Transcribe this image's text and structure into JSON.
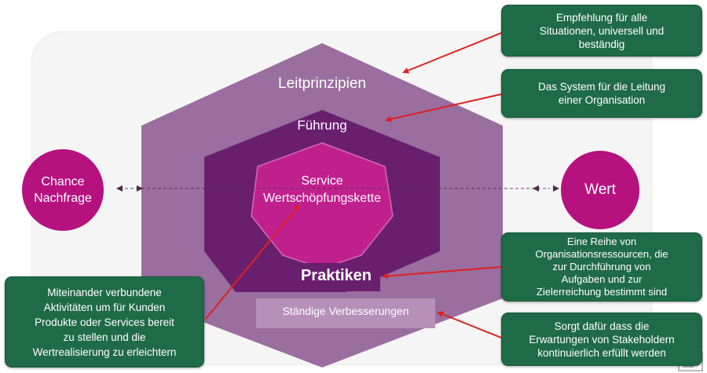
{
  "diagram": {
    "principles_label": "Leitprinzipien",
    "governance_label": "Führung",
    "value_chain_label": "Service\nWertschöpfungskette",
    "practices_label": "Praktiken",
    "improvement_label": "Ständige Verbesserungen",
    "opportunity_label": "Chance\nNachfrage",
    "value_label": "Wert"
  },
  "callouts": {
    "principles": "Empfehlung für alle\nSituationen, universell und\nbeständig",
    "governance": "Das System für die Leitung\neiner Organisation",
    "practices": "Eine Reihe von\nOrganisationsressourcen, die\nzur Durchführung von\nAufgaben und zur\nZielerreichung bestimmt sind",
    "improvement": "Sorgt dafür dass die\nErwartungen von Stakeholdern\nkontinuierlich erfüllt werden",
    "value_chain": "Miteinander verbundene\nAktivitäten um für Kunden\nProdukte oder Services bereit\nzu stellen und die\nWertrealisierung zu erleichtern"
  },
  "colors": {
    "outer_hexagon": "#9a6e9e",
    "middle_hexagon": "#6a1f6e",
    "inner_hexagon": "#c0208e",
    "circle": "#b5127f",
    "callout": "#1f6b47",
    "arrow": "#e02020"
  }
}
